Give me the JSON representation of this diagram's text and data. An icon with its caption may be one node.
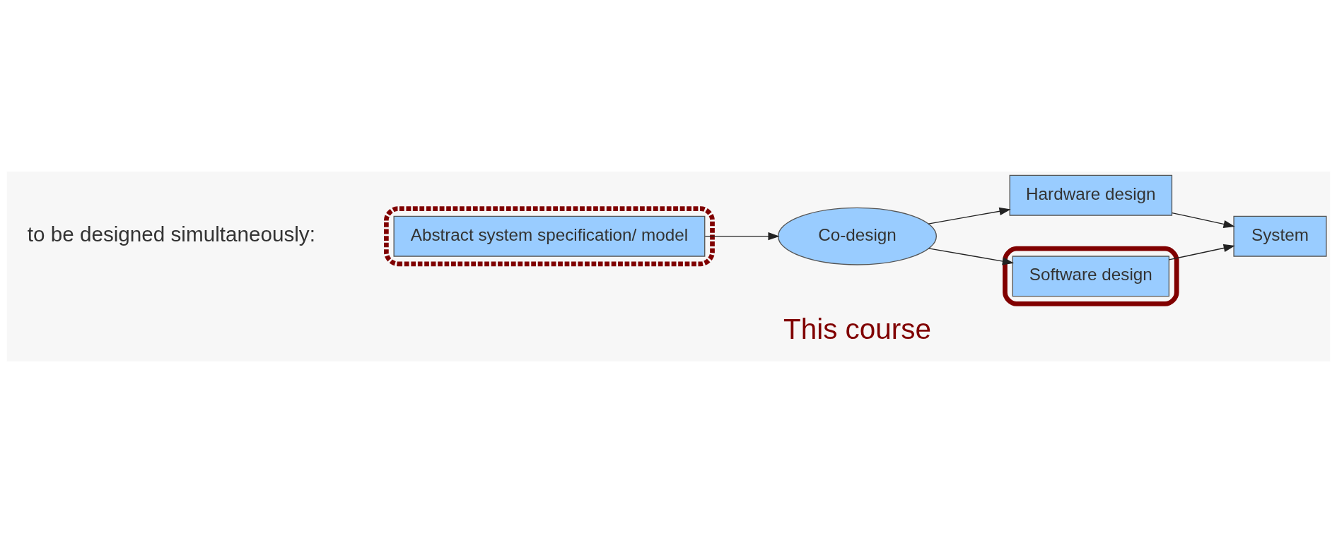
{
  "diagram": {
    "nodes": [
      {
        "text": [],
        "shape": "loop"
      },
      {
        "text": [
          "Abstract system specification/ model"
        ],
        "in": 0
      },
      {
        "text": [
          "Co-design"
        ]
      },
      {
        "text": [
          "Hardware design"
        ]
      },
      {
        "text": [],
        "shape": "loop"
      },
      {
        "text": [
          "Software design"
        ],
        "in": 4
      },
      {
        "text": [
          "System"
        ]
      }
    ],
    "edges": [
      {
        "from": 1,
        "to": 2,
        "arrow": "to"
      },
      {
        "from": 2,
        "to": 3,
        "arrow": "to"
      },
      {
        "from": 2,
        "to": 5,
        "arrow": "to"
      },
      {
        "from": 3,
        "to": 6,
        "arrow": "to"
      },
      {
        "from": 5,
        "to": 6,
        "arrow": "to"
      }
    ],
    "labels": [
      "to be designed simultaneously:",
      "This course"
    ]
  }
}
